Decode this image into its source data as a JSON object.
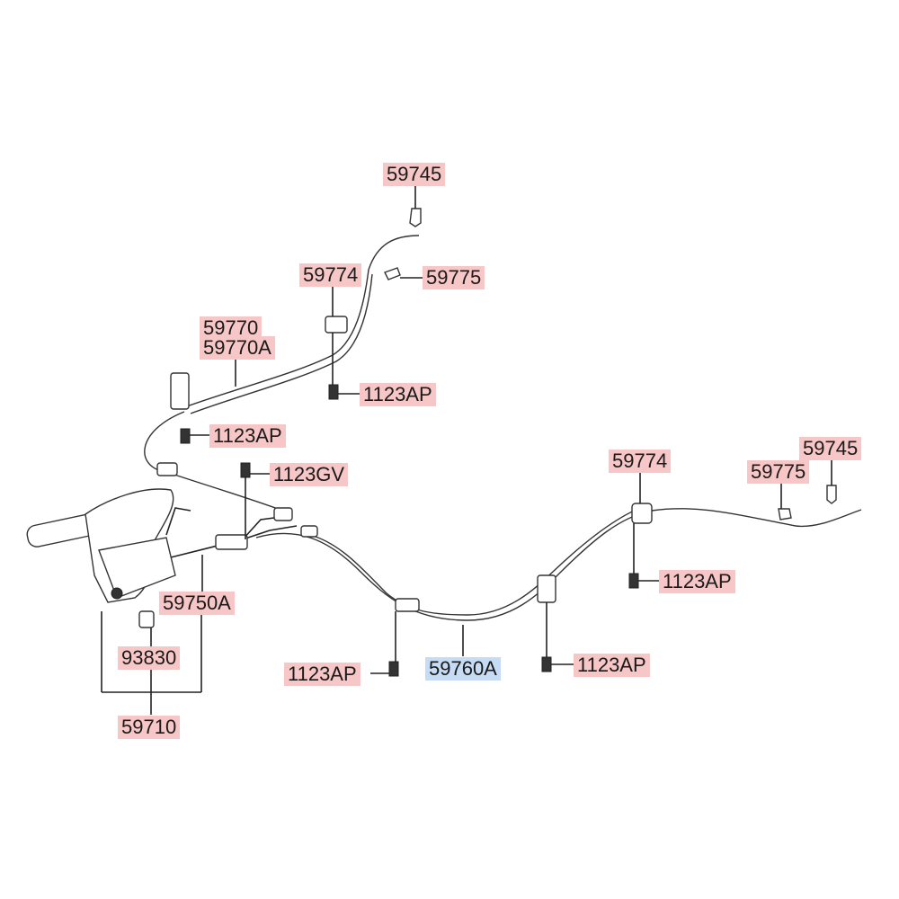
{
  "callouts": [
    {
      "id": "c1",
      "text": "59745",
      "highlight": "pink"
    },
    {
      "id": "c2",
      "text": "59774",
      "highlight": "pink"
    },
    {
      "id": "c3",
      "text": "59775",
      "highlight": "pink"
    },
    {
      "id": "c4",
      "text": "59770",
      "highlight": "pink"
    },
    {
      "id": "c5",
      "text": "59770A",
      "highlight": "pink"
    },
    {
      "id": "c6",
      "text": "1123AP",
      "highlight": "pink"
    },
    {
      "id": "c7",
      "text": "1123AP",
      "highlight": "pink"
    },
    {
      "id": "c8",
      "text": "1123GV",
      "highlight": "pink"
    },
    {
      "id": "c9",
      "text": "59774",
      "highlight": "pink"
    },
    {
      "id": "c10",
      "text": "59745",
      "highlight": "pink"
    },
    {
      "id": "c11",
      "text": "59775",
      "highlight": "pink"
    },
    {
      "id": "c12",
      "text": "1123AP",
      "highlight": "pink"
    },
    {
      "id": "c13",
      "text": "59750A",
      "highlight": "pink"
    },
    {
      "id": "c14",
      "text": "93830",
      "highlight": "pink"
    },
    {
      "id": "c15",
      "text": "1123AP",
      "highlight": "pink"
    },
    {
      "id": "c16",
      "text": "59760A",
      "highlight": "blue"
    },
    {
      "id": "c17",
      "text": "1123AP",
      "highlight": "pink"
    },
    {
      "id": "c18",
      "text": "59710",
      "highlight": "pink"
    }
  ],
  "colors": {
    "pink_highlight": "#f7c6c6",
    "blue_highlight": "#c6dcf5",
    "line": "#222222"
  }
}
